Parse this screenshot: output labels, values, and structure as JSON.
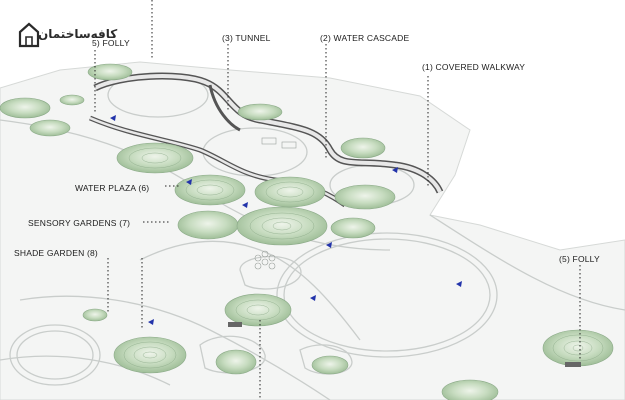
{
  "logo": {
    "text": "کافه‌ساختمان",
    "icon": "house-outline-icon"
  },
  "labels": {
    "folly_top": "5) FOLLY",
    "tunnel": "(3) TUNNEL",
    "water_cascade": "(2) WATER CASCADE",
    "covered_walkway": "(1) COVERED WALKWAY",
    "water_plaza": "WATER PLAZA (6)",
    "sensory_gardens": "SENSORY GARDENS (7)",
    "shade_garden": "SHADE GARDEN (8)",
    "folly_right": "(5) FOLLY"
  },
  "colors": {
    "background": "#ffffff",
    "ground": "#f4f5f4",
    "path_line": "#c9cdcb",
    "mound_fill": "#c7dcc0",
    "mound_dark": "#9fbe98",
    "contour": "#8aa987",
    "walkway_dark": "#444444",
    "arrow_blue": "#2233aa",
    "leader": "#222222"
  }
}
